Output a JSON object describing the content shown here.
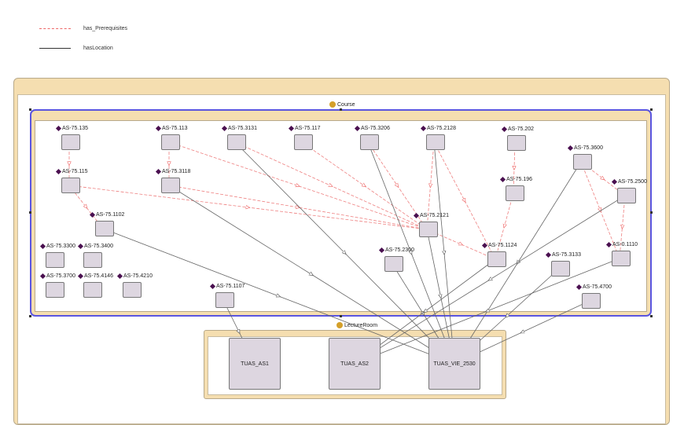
{
  "legend": [
    {
      "label": "has_Prerequisites",
      "style": "dashed",
      "color": "#e66666"
    },
    {
      "label": "hasLocation",
      "style": "solid",
      "color": "#333333"
    }
  ],
  "groups": {
    "course": {
      "label": "Course",
      "color": "#d4a02a"
    },
    "room": {
      "label": "LectureRoom",
      "color": "#d4a02a"
    }
  },
  "courses": [
    {
      "id": "AS-75.135",
      "label": "AS-75.135"
    },
    {
      "id": "AS-75.113",
      "label": "AS-75.113"
    },
    {
      "id": "AS-75.3131",
      "label": "AS-75.3131"
    },
    {
      "id": "AS-75.117",
      "label": "AS-75.117"
    },
    {
      "id": "AS-75.3206",
      "label": "AS-75.3206"
    },
    {
      "id": "AS-75.2128",
      "label": "AS-75.2128"
    },
    {
      "id": "AS-75.202",
      "label": "AS-75.202"
    },
    {
      "id": "AS-75.3600",
      "label": "AS-75.3600"
    },
    {
      "id": "AS-75.115",
      "label": "AS-75.115"
    },
    {
      "id": "AS-75.3118",
      "label": "AS-75.3118"
    },
    {
      "id": "AS-75.196",
      "label": "AS-75.196"
    },
    {
      "id": "AS-75.2500",
      "label": "AS-75.2500"
    },
    {
      "id": "AS-75.1102",
      "label": "AS-75.1102"
    },
    {
      "id": "AS-75.2121",
      "label": "AS-75.2121"
    },
    {
      "id": "AS-75.3300",
      "label": "AS-75.3300"
    },
    {
      "id": "AS-75.3400",
      "label": "AS-75.3400"
    },
    {
      "id": "AS-75.2300",
      "label": "AS-75.2300"
    },
    {
      "id": "AS-75.1124",
      "label": "AS-75.1124"
    },
    {
      "id": "AS-75.3133",
      "label": "AS-75.3133"
    },
    {
      "id": "AS-0.1110",
      "label": "AS-0.1110"
    },
    {
      "id": "AS-75.3700",
      "label": "AS-75.3700"
    },
    {
      "id": "AS-75.4146",
      "label": "AS-75.4146"
    },
    {
      "id": "AS-75.4210",
      "label": "AS-75.4210"
    },
    {
      "id": "AS-75.1107",
      "label": "AS-75.1107"
    },
    {
      "id": "AS-75.4700",
      "label": "AS-75.4700"
    }
  ],
  "rooms": [
    {
      "id": "TUAS_AS1",
      "label": "TUAS_AS1"
    },
    {
      "id": "TUAS_AS2",
      "label": "TUAS_AS2"
    },
    {
      "id": "TUAS_VIE_2530",
      "label": "TUAS_VIE_2530"
    }
  ],
  "edges": [
    {
      "from": "AS-75.135",
      "to": "AS-75.115",
      "type": "has_Prerequisites"
    },
    {
      "from": "AS-75.113",
      "to": "AS-75.3118",
      "type": "has_Prerequisites"
    },
    {
      "from": "AS-75.115",
      "to": "AS-75.1102",
      "type": "has_Prerequisites"
    },
    {
      "from": "AS-75.115",
      "to": "AS-75.2121",
      "type": "has_Prerequisites"
    },
    {
      "from": "AS-75.3118",
      "to": "AS-75.2121",
      "type": "has_Prerequisites"
    },
    {
      "from": "AS-75.113",
      "to": "AS-75.2121",
      "type": "has_Prerequisites"
    },
    {
      "from": "AS-75.3131",
      "to": "AS-75.2121",
      "type": "has_Prerequisites"
    },
    {
      "from": "AS-75.117",
      "to": "AS-75.2121",
      "type": "has_Prerequisites"
    },
    {
      "from": "AS-75.3206",
      "to": "AS-75.2121",
      "type": "has_Prerequisites"
    },
    {
      "from": "AS-75.2128",
      "to": "AS-75.2121",
      "type": "has_Prerequisites"
    },
    {
      "from": "AS-75.2128",
      "to": "AS-75.1124",
      "type": "has_Prerequisites"
    },
    {
      "from": "AS-75.2121",
      "to": "AS-75.1124",
      "type": "has_Prerequisites"
    },
    {
      "from": "AS-75.202",
      "to": "AS-75.196",
      "type": "has_Prerequisites"
    },
    {
      "from": "AS-75.196",
      "to": "AS-75.1124",
      "type": "has_Prerequisites"
    },
    {
      "from": "AS-75.3600",
      "to": "AS-75.2500",
      "type": "has_Prerequisites"
    },
    {
      "from": "AS-75.3600",
      "to": "AS-0.1110",
      "type": "has_Prerequisites"
    },
    {
      "from": "AS-75.2500",
      "to": "AS-0.1110",
      "type": "has_Prerequisites"
    },
    {
      "from": "AS-75.1107",
      "to": "TUAS_AS1",
      "type": "hasLocation"
    },
    {
      "from": "AS-75.1102",
      "to": "TUAS_VIE_2530",
      "type": "hasLocation"
    },
    {
      "from": "AS-75.3118",
      "to": "TUAS_VIE_2530",
      "type": "hasLocation"
    },
    {
      "from": "AS-75.3131",
      "to": "TUAS_VIE_2530",
      "type": "hasLocation"
    },
    {
      "from": "AS-75.3206",
      "to": "TUAS_VIE_2530",
      "type": "hasLocation"
    },
    {
      "from": "AS-75.2128",
      "to": "TUAS_VIE_2530",
      "type": "hasLocation"
    },
    {
      "from": "AS-75.2121",
      "to": "TUAS_VIE_2530",
      "type": "hasLocation"
    },
    {
      "from": "AS-75.2300",
      "to": "TUAS_VIE_2530",
      "type": "hasLocation"
    },
    {
      "from": "AS-75.1124",
      "to": "TUAS_AS2",
      "type": "hasLocation"
    },
    {
      "from": "AS-75.3600",
      "to": "TUAS_VIE_2530",
      "type": "hasLocation"
    },
    {
      "from": "AS-75.2500",
      "to": "TUAS_AS2",
      "type": "hasLocation"
    },
    {
      "from": "AS-0.1110",
      "to": "TUAS_AS2",
      "type": "hasLocation"
    },
    {
      "from": "AS-75.3133",
      "to": "TUAS_VIE_2530",
      "type": "hasLocation"
    },
    {
      "from": "AS-75.4700",
      "to": "TUAS_VIE_2530",
      "type": "hasLocation"
    }
  ]
}
